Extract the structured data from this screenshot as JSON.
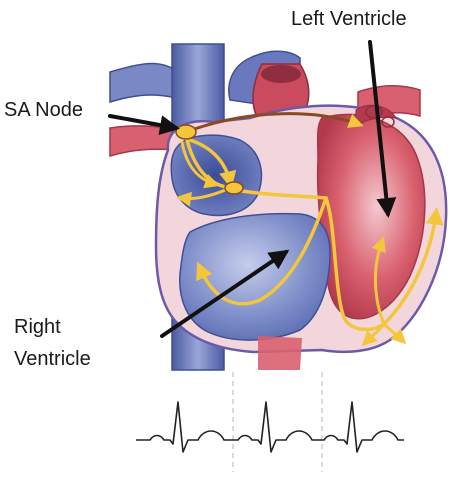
{
  "labels": {
    "left_ventricle": "Left Ventricle",
    "sa_node": "SA Node",
    "right_ventricle_line1": "Right",
    "right_ventricle_line2": "Ventricle"
  },
  "colors": {
    "venous_blue": "#6f7fbf",
    "venous_blue_dark": "#4a5ba3",
    "arterial_red": "#d9606e",
    "myocardium_pink": "#f3d6dc",
    "left_ventricle_red": "#c9465a",
    "conduction_yellow": "#f3c63c",
    "conduction_brown": "#8a4a22",
    "pointer_black": "#111111",
    "ecg_line": "#222222",
    "ecg_guide": "#b5b5b5"
  },
  "icons": [
    "heart-anatomy-illustration",
    "ecg-trace"
  ]
}
